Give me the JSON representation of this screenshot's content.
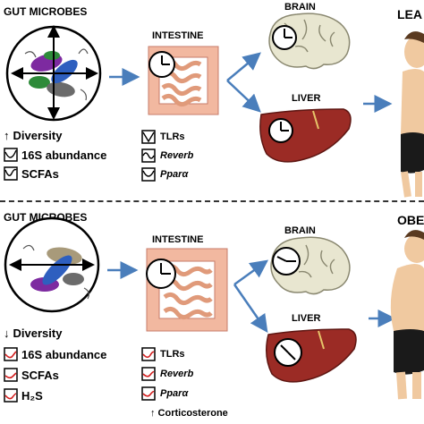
{
  "top": {
    "microbes_label": "GUT MICROBES",
    "intestine_label": "INTESTINE",
    "brain_label": "BRAIN",
    "liver_label": "LIVER",
    "state_label": "LEA",
    "markers": [
      {
        "arrow": "↑",
        "text": "Diversity"
      },
      {
        "text": "16S abundance"
      },
      {
        "text": "SCFAs"
      }
    ],
    "genes": [
      {
        "text": "TLRs",
        "italic": false
      },
      {
        "text": "Reverb",
        "italic": true
      },
      {
        "text": "Pparα",
        "italic": true
      }
    ]
  },
  "bottom": {
    "microbes_label": "GUT MICROBES",
    "intestine_label": "INTESTINE",
    "brain_label": "BRAIN",
    "liver_label": "LIVER",
    "state_label": "OBE",
    "markers": [
      {
        "arrow": "↓",
        "text": "Diversity"
      },
      {
        "text": "16S abundance"
      },
      {
        "text": "SCFAs"
      },
      {
        "text": "H₂S"
      }
    ],
    "genes": [
      {
        "text": "TLRs",
        "italic": false
      },
      {
        "text": "Reverb",
        "italic": true
      },
      {
        "text": "Pparα",
        "italic": true
      }
    ],
    "footnote": "↑ Corticosterone"
  },
  "colors": {
    "arrow": "#4a7ebb",
    "intestine": "#f2b8a0",
    "liver": "#9b2b25",
    "brain": "#e8e6d0",
    "red_wave": "#d32020"
  }
}
